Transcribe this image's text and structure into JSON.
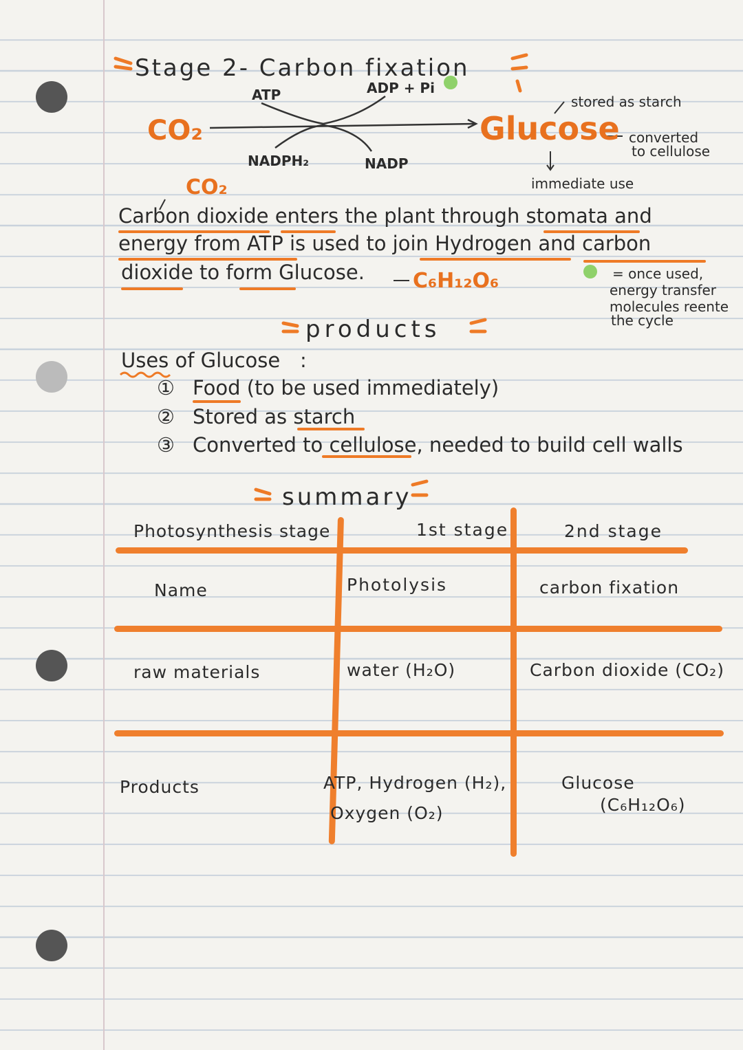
{
  "heading": "Stage 2- Carbon fixation",
  "reaction": {
    "reactant": "CO₂",
    "product": "Glucose",
    "atp": "ATP",
    "adp": "ADP + Pi",
    "nadph": "NADPH₂",
    "nadp": "NADP",
    "fate_stored": "stored as starch",
    "fate_converted": "converted",
    "fate_converted_2": "to cellulose",
    "fate_immediate": "immediate use"
  },
  "explanation": {
    "annotation_co2": "CO₂",
    "line1": "Carbon dioxide enters the plant through stomata and",
    "line2": "energy from ATP is used to join Hydrogen and carbon",
    "line3": "dioxide to form Glucose.",
    "formula": "C₆H₁₂O₆"
  },
  "note": {
    "line1": "= once used,",
    "line2": "energy transfer",
    "line3": "molecules reente",
    "line4": "the cycle"
  },
  "products_heading": "products",
  "uses": {
    "title": "Uses of Glucose",
    "colon": ":",
    "items": [
      {
        "num": "①",
        "text": "Food (to be used immediately)"
      },
      {
        "num": "②",
        "text": "Stored as starch"
      },
      {
        "num": "③",
        "text": "Converted to cellulose, needed to build cell walls"
      }
    ]
  },
  "summary": {
    "heading": "summary",
    "headers": [
      "Photosynthesis stage",
      "1st stage",
      "2nd stage"
    ],
    "rows": [
      {
        "label": "Name",
        "stage1": "Photolysis",
        "stage2": "carbon fixation"
      },
      {
        "label": "raw materials",
        "stage1": "water (H₂O)",
        "stage2": "Carbon dioxide (CO₂)"
      },
      {
        "label": "Products",
        "stage1": "ATP, Hydrogen (H₂),",
        "stage1_b": "Oxygen (O₂)",
        "stage2": "Glucose",
        "stage2_b": "(C₆H₁₂O₆)"
      }
    ]
  },
  "colors": {
    "accent": "#ef7f2d",
    "ink": "#2b2b2b",
    "highlight_green": "#8fd16a"
  }
}
